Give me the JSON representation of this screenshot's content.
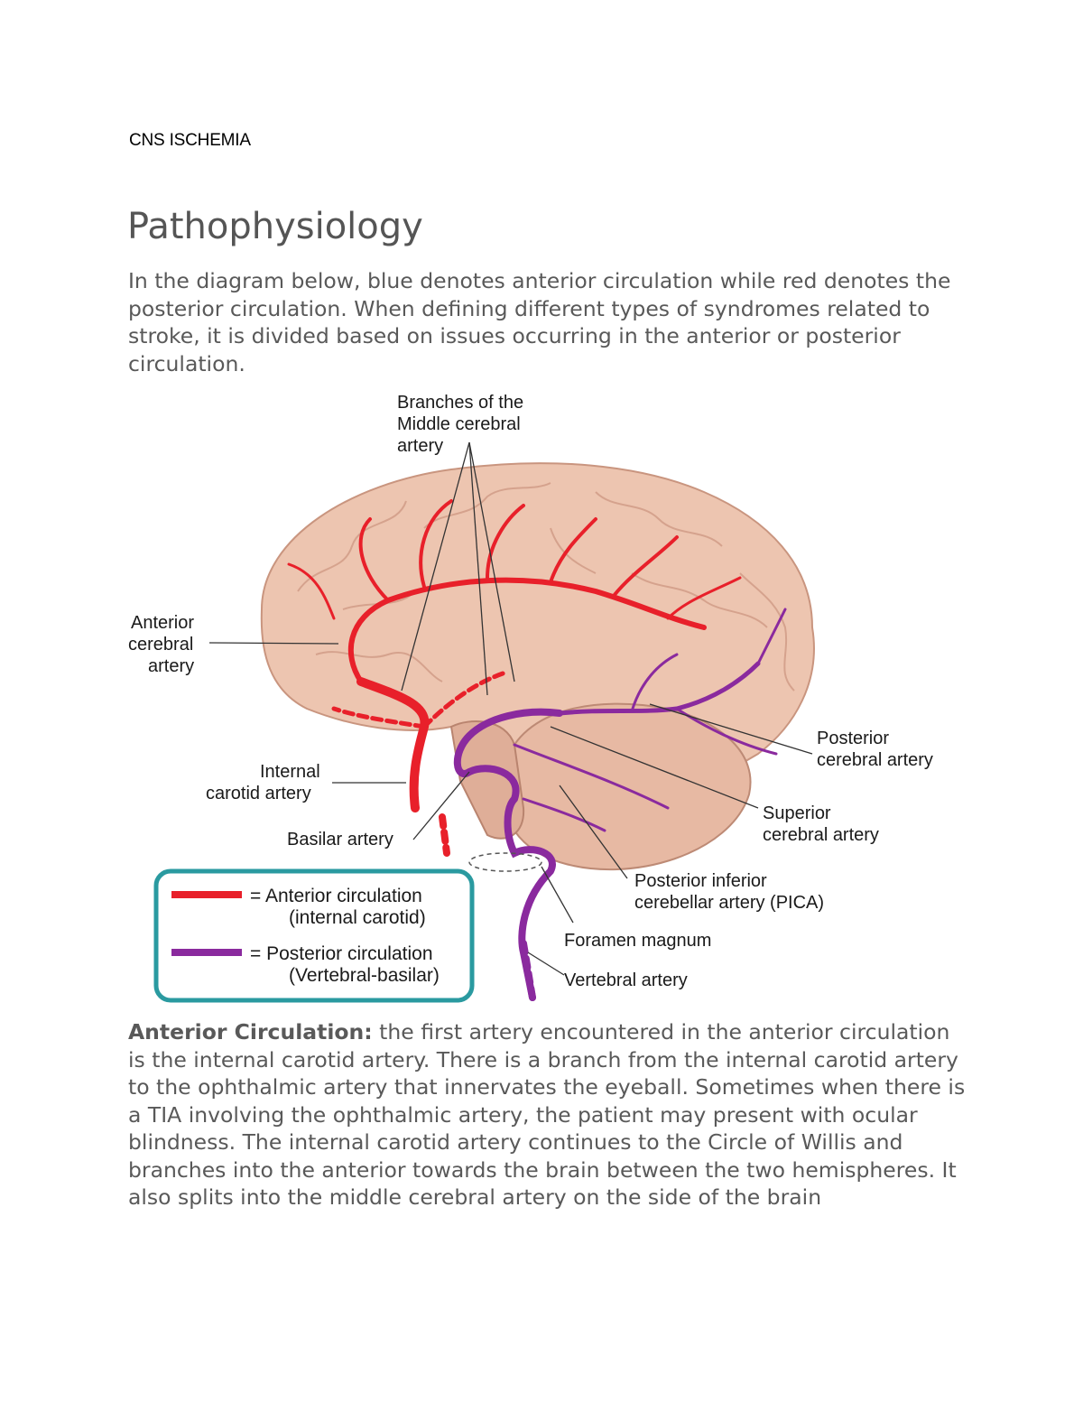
{
  "doc": {
    "header": "CNS ISCHEMIA",
    "heading": "Pathophysiology",
    "intro": "In the diagram below, blue denotes anterior circulation while red denotes the posterior circulation. When defining different types of syndromes related to stroke, it is divided based on issues occurring in the anterior or posterior circulation.",
    "section_title": "Anterior Circulation:",
    "section_text": " the first artery encountered in the anterior circulation is the internal carotid artery. There is a branch from the internal carotid artery to the ophthalmic artery that innervates the eyeball. Sometimes when there is a TIA involving the ophthalmic artery, the patient may present with ocular blindness. The internal carotid artery continues to the Circle of Willis and branches into the anterior towards the brain between the two hemispheres. It also splits into the middle cerebral artery on the side of the brain"
  },
  "figure": {
    "labels": {
      "mca_1": "Branches of the",
      "mca_2": "Middle cerebral",
      "mca_3": "artery",
      "aca_1": "Anterior",
      "aca_2": "cerebral",
      "aca_3": "artery",
      "ica_1": "Internal",
      "ica_2": "carotid artery",
      "basilar": "Basilar artery",
      "pca_1": "Posterior",
      "pca_2": "cerebral artery",
      "sca_1": "Superior",
      "sca_2": "cerebral artery",
      "pica_1": "Posterior inferior",
      "pica_2": "cerebellar artery (PICA)",
      "foramen": "Foramen magnum",
      "vertebral": "Vertebral artery"
    },
    "legend": {
      "anterior_1": "= Anterior circulation",
      "anterior_2": "(internal carotid)",
      "posterior_1": "= Posterior circulation",
      "posterior_2": "(Vertebral-basilar)"
    },
    "colors": {
      "anterior": "#e8202a",
      "posterior": "#8a2a9e",
      "legend_border": "#2a9aa0",
      "brain": "#edc5b0"
    }
  }
}
